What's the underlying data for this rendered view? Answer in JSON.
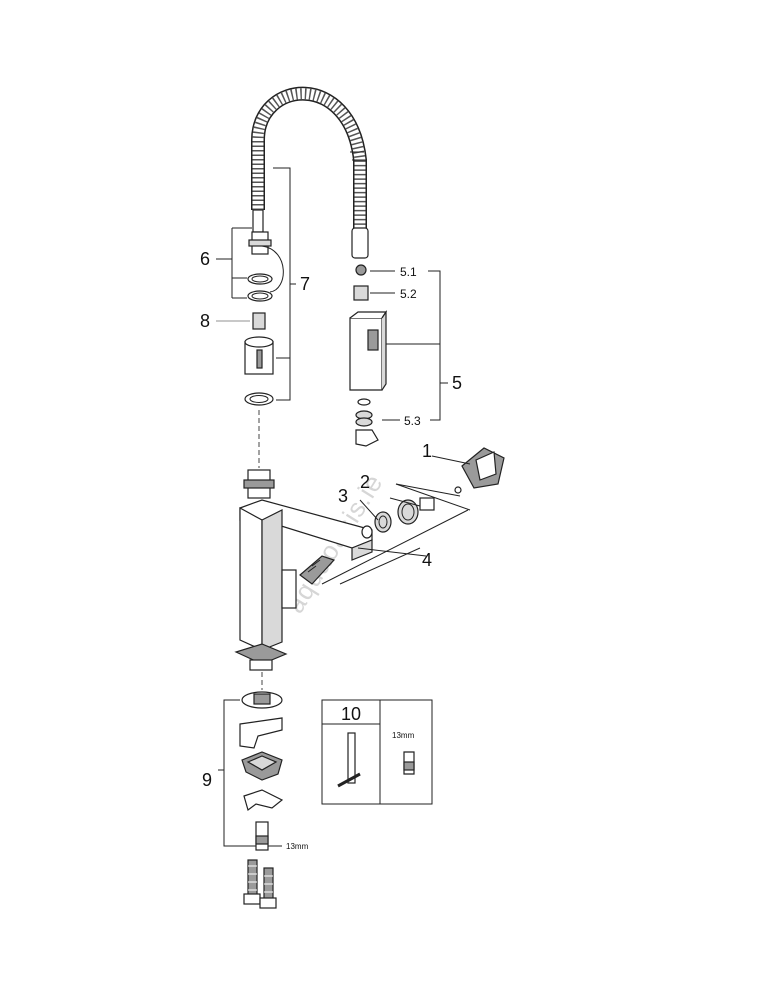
{
  "watermark": "aquaoasis.ie",
  "callouts": {
    "c1": "1",
    "c2": "2",
    "c3": "3",
    "c4": "4",
    "c5": "5",
    "c5_1": "5.1",
    "c5_2": "5.2",
    "c5_3": "5.3",
    "c6": "6",
    "c7": "7",
    "c8": "8",
    "c9": "9",
    "c10": "10"
  },
  "dimensions": {
    "wrench_size_main": "13mm",
    "wrench_size_box": "13mm"
  },
  "icons": [
    "spring-hose-icon",
    "spray-head-icon",
    "lever-handle-icon",
    "cartridge-icon",
    "mixer-body-icon",
    "mounting-set-icon",
    "connection-hose-icon",
    "tool-icon"
  ]
}
